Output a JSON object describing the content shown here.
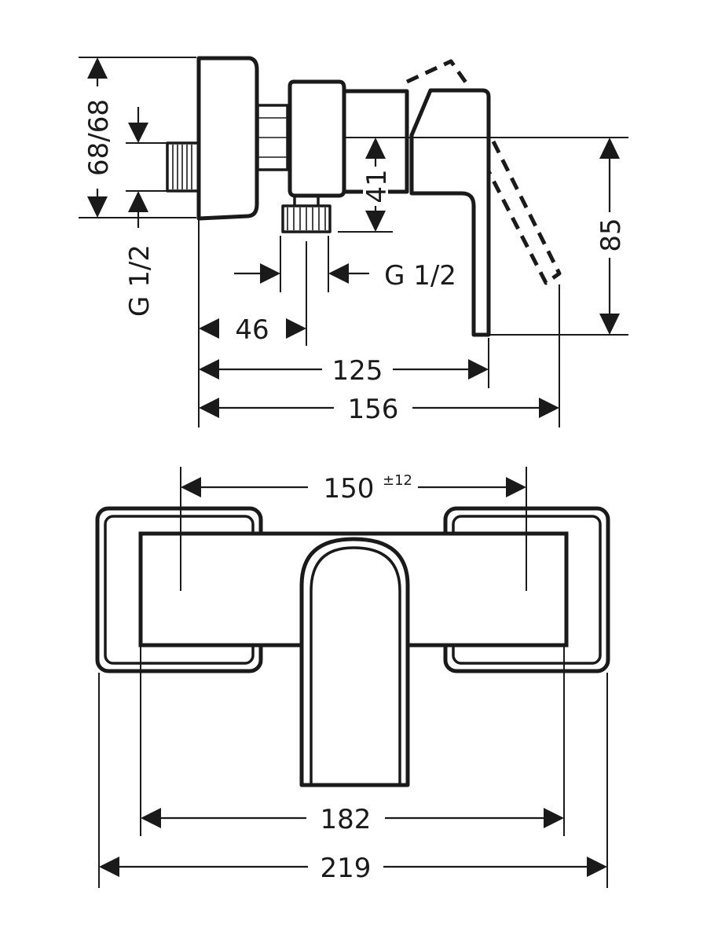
{
  "side_view": {
    "dim_height": "68/68",
    "dim_inlet_thread": "G 1/2",
    "dim_outlet_thread": "G 1/2",
    "dim_41": "41",
    "dim_85": "85",
    "dim_46": "46",
    "dim_125": "125",
    "dim_156": "156"
  },
  "front_view": {
    "dim_150": "150",
    "dim_150_tol": "±12",
    "dim_182": "182",
    "dim_219": "219"
  }
}
